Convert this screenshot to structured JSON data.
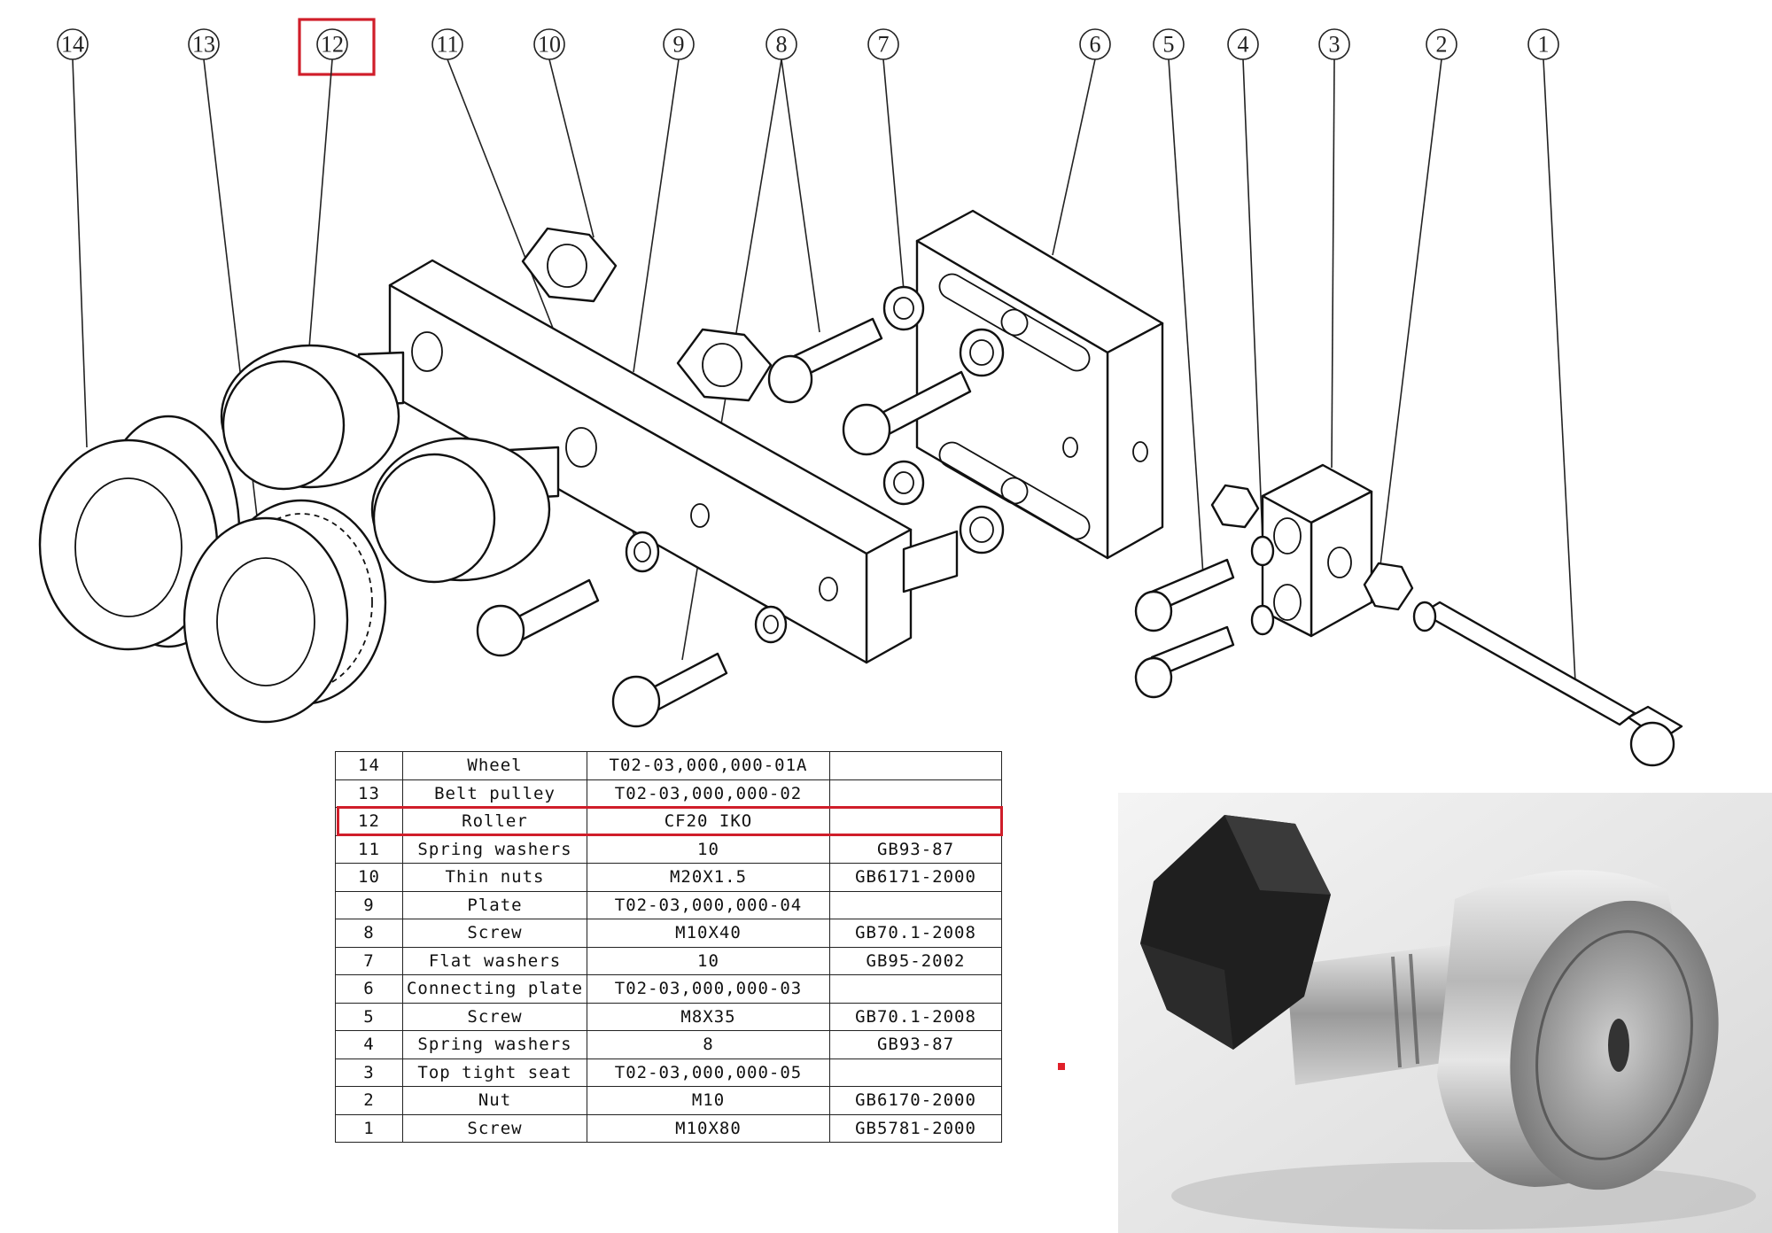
{
  "callouts": [
    "14",
    "13",
    "12",
    "11",
    "10",
    "9",
    "8",
    "7",
    "6",
    "5",
    "4",
    "3",
    "2",
    "1"
  ],
  "highlighted_callout": "12",
  "bom": {
    "rows": [
      {
        "no": "14",
        "name": "Wheel",
        "code": "T02-03,000,000-01A",
        "std": ""
      },
      {
        "no": "13",
        "name": "Belt pulley",
        "code": "T02-03,000,000-02",
        "std": ""
      },
      {
        "no": "12",
        "name": "Roller",
        "code": "CF20  IKO",
        "std": ""
      },
      {
        "no": "11",
        "name": "Spring washers",
        "code": "10",
        "std": "GB93-87"
      },
      {
        "no": "10",
        "name": "Thin nuts",
        "code": "M20X1.5",
        "std": "GB6171-2000"
      },
      {
        "no": "9",
        "name": "Plate",
        "code": "T02-03,000,000-04",
        "std": ""
      },
      {
        "no": "8",
        "name": "Screw",
        "code": "M10X40",
        "std": "GB70.1-2008"
      },
      {
        "no": "7",
        "name": "Flat washers",
        "code": "10",
        "std": "GB95-2002"
      },
      {
        "no": "6",
        "name": "Connecting plate",
        "code": "T02-03,000,000-03",
        "std": ""
      },
      {
        "no": "5",
        "name": "Screw",
        "code": "M8X35",
        "std": "GB70.1-2008"
      },
      {
        "no": "4",
        "name": "Spring washers",
        "code": "8",
        "std": "GB93-87"
      },
      {
        "no": "3",
        "name": "Top tight seat",
        "code": "T02-03,000,000-05",
        "std": ""
      },
      {
        "no": "2",
        "name": "Nut",
        "code": "M10",
        "std": "GB6170-2000"
      },
      {
        "no": "1",
        "name": "Screw",
        "code": "M10X80",
        "std": "GB5781-2000"
      }
    ],
    "highlighted_row": "12"
  },
  "colors": {
    "highlight": "#d01e2a",
    "line": "#111111",
    "paper": "#ffffff"
  }
}
